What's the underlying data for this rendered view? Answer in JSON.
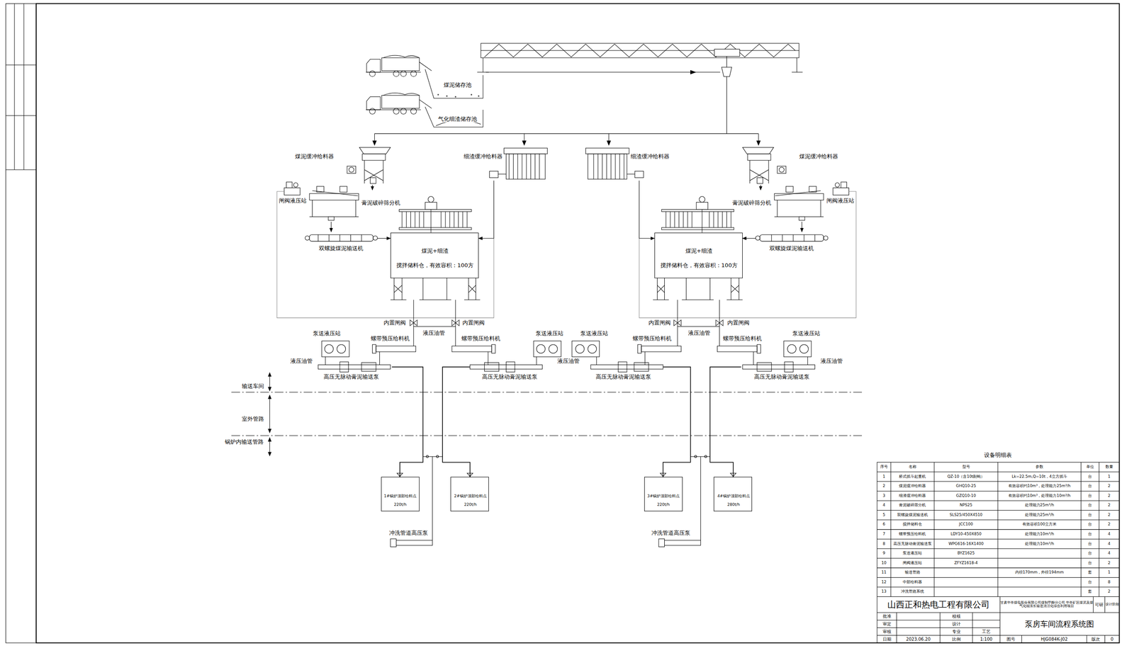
{
  "diagram": {
    "title": "泵房车间流程系统图",
    "nodes": [
      {
        "text": [
          "煤泥储存池"
        ]
      },
      {
        "text": [
          "气化细渣储存池"
        ]
      },
      {
        "text": [
          "煤泥缓冲给料器"
        ]
      },
      {
        "text": [
          "细渣缓冲给料器"
        ]
      },
      {
        "text": [
          "细渣缓冲给料器"
        ]
      },
      {
        "text": [
          "煤泥缓冲给料器"
        ]
      },
      {
        "text": [
          "闸阀液压站"
        ]
      },
      {
        "text": [
          "膏泥破碎筛分机"
        ]
      },
      {
        "text": [
          "双螺旋煤泥输送机"
        ]
      },
      {
        "text": [
          "煤泥+细渣",
          "搅拌储料仓，有效容积：100方"
        ]
      },
      {
        "text": [
          "煤泥+细渣",
          "搅拌储料仓，有效容积：100方"
        ]
      },
      {
        "text": [
          "膏泥破碎筛分机"
        ]
      },
      {
        "text": [
          "闸阀液压站"
        ]
      },
      {
        "text": [
          "双螺旋煤泥输送机"
        ]
      },
      {
        "text": [
          "高压无脉动膏泥输送泵"
        ]
      },
      {
        "text": [
          "高压无脉动膏泥输送泵"
        ]
      },
      {
        "text": [
          "高压无脉动膏泥输送泵"
        ]
      },
      {
        "text": [
          "高压无脉动膏泥输送泵"
        ]
      },
      {
        "text": [
          "1#锅炉顶部给料点",
          "220t/h"
        ]
      },
      {
        "text": [
          "2#锅炉顶部给料点",
          "220t/h"
        ]
      },
      {
        "text": [
          "3#锅炉顶部给料点",
          "220t/h"
        ]
      },
      {
        "text": [
          "4#锅炉顶部给料点",
          "280t/h"
        ]
      },
      {
        "text": [
          "冲洗管道高压泵"
        ]
      },
      {
        "text": [
          "冲洗管道高压泵"
        ]
      }
    ],
    "edges": [
      {
        "from": 2,
        "to": 7,
        "arrow": "to"
      },
      {
        "from": 7,
        "to": 8,
        "arrow": "to"
      },
      {
        "from": 8,
        "to": 9,
        "arrow": "to"
      },
      {
        "from": 3,
        "to": 9,
        "arrow": "to"
      },
      {
        "from": 5,
        "to": 11,
        "arrow": "to"
      },
      {
        "from": 11,
        "to": 13,
        "arrow": "to"
      },
      {
        "from": 13,
        "to": 10,
        "arrow": "to"
      },
      {
        "from": 4,
        "to": 10,
        "arrow": "to"
      },
      {
        "from": 14,
        "to": 18,
        "arrow": "none"
      },
      {
        "from": 15,
        "to": 19,
        "arrow": "none"
      },
      {
        "from": 16,
        "to": 20,
        "arrow": "none"
      },
      {
        "from": 17,
        "to": 21,
        "arrow": "none"
      }
    ],
    "labels": [
      "内置闸阀",
      "内置闸阀",
      "内置闸阀",
      "内置闸阀",
      "液压油管",
      "液压油管",
      "泵送液压站",
      "螺带预压给料机",
      "螺带预压给料机",
      "泵送液压站",
      "泵送液压站",
      "螺带预压给料机",
      "螺带预压给料机",
      "泵送液压站",
      "液压油管",
      "液压油管",
      "液压油管",
      "输送车间",
      "室外管路",
      "锅炉内输送管路",
      "设备明细表",
      "序号",
      "名称",
      "型号",
      "参数",
      "单位",
      "数量",
      "1",
      "桥式抓斗起重机",
      "QZ-10（含10t副钩）",
      "Lk=22.5m,Q=10t，4立方抓斗",
      "台",
      "1",
      "2",
      "煤泥缓冲给料器",
      "GHQ10-25",
      "有效容积约10m³，处理能力25m³/h",
      "台",
      "2",
      "3",
      "细渣缓冲给料器",
      "GZQ10-10",
      "有效容积约10m³，处理能力10m³/h",
      "台",
      "2",
      "4",
      "膏泥破碎筛分机",
      "NPS25",
      "处理能力25m³/h",
      "台",
      "2",
      "5",
      "双螺旋煤泥输送机",
      "SLS25/450X4510",
      "处理能力25m³/h",
      "台",
      "2",
      "6",
      "搅拌储料仓",
      "JCC100",
      "有效容积100立方米",
      "台",
      "2",
      "7",
      "螺带预压给料机",
      "LDY10-450X850",
      "处理能力10m³/h",
      "台",
      "4",
      "8",
      "高压无脉动膏泥输送泵",
      "WPG616-16X1400",
      "处理能力10m³/h",
      "台",
      "4",
      "9",
      "泵送液压站",
      "BYZ1625",
      "台",
      "4",
      "10",
      "闸阀液压站",
      "ZFYZ1618-4",
      "台",
      "2",
      "11",
      "输送管路",
      "内径170mm，外径194mm",
      "套",
      "1",
      "12",
      "中部给料器",
      "台",
      "8",
      "13",
      "冲洗管路系统",
      "套",
      "2",
      "山西正和热电工程有限公司",
      "甘肃华亭煤电股份有限公司煤制甲醇分公司 华亭矿区煤泥及煤气化细渣长输送清洁化综合利用项目",
      "可研",
      "设计阶段",
      "批准",
      "审定",
      "审核",
      "日期",
      "2023.06.20",
      "校核",
      "设计",
      "专业",
      "工艺",
      "比例",
      "1:100",
      "图号",
      "HJG084K-J02",
      "版次",
      "0"
    ]
  }
}
